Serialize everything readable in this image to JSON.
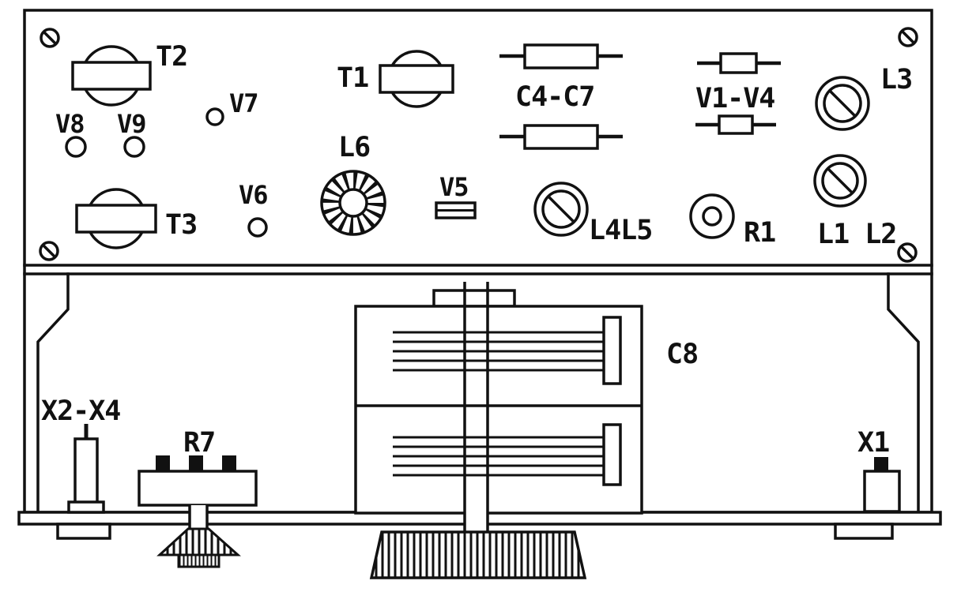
{
  "diagram": {
    "type": "radio-chassis-component-layout",
    "stroke_color": "#111111",
    "background_color": "#ffffff",
    "labels": {
      "t1": "T1",
      "t2": "T2",
      "t3": "T3",
      "v5": "V5",
      "v6": "V6",
      "v7": "V7",
      "v8": "V8",
      "v9": "V9",
      "v1_v4": "V1-V4",
      "c4_c7": "C4-C7",
      "c8": "C8",
      "l3": "L3",
      "l6": "L6",
      "l4l5": "L4L5",
      "l1l2": "L1 L2",
      "r1": "R1",
      "r7": "R7",
      "x1": "X1",
      "x2_x4": "X2-X4"
    }
  }
}
